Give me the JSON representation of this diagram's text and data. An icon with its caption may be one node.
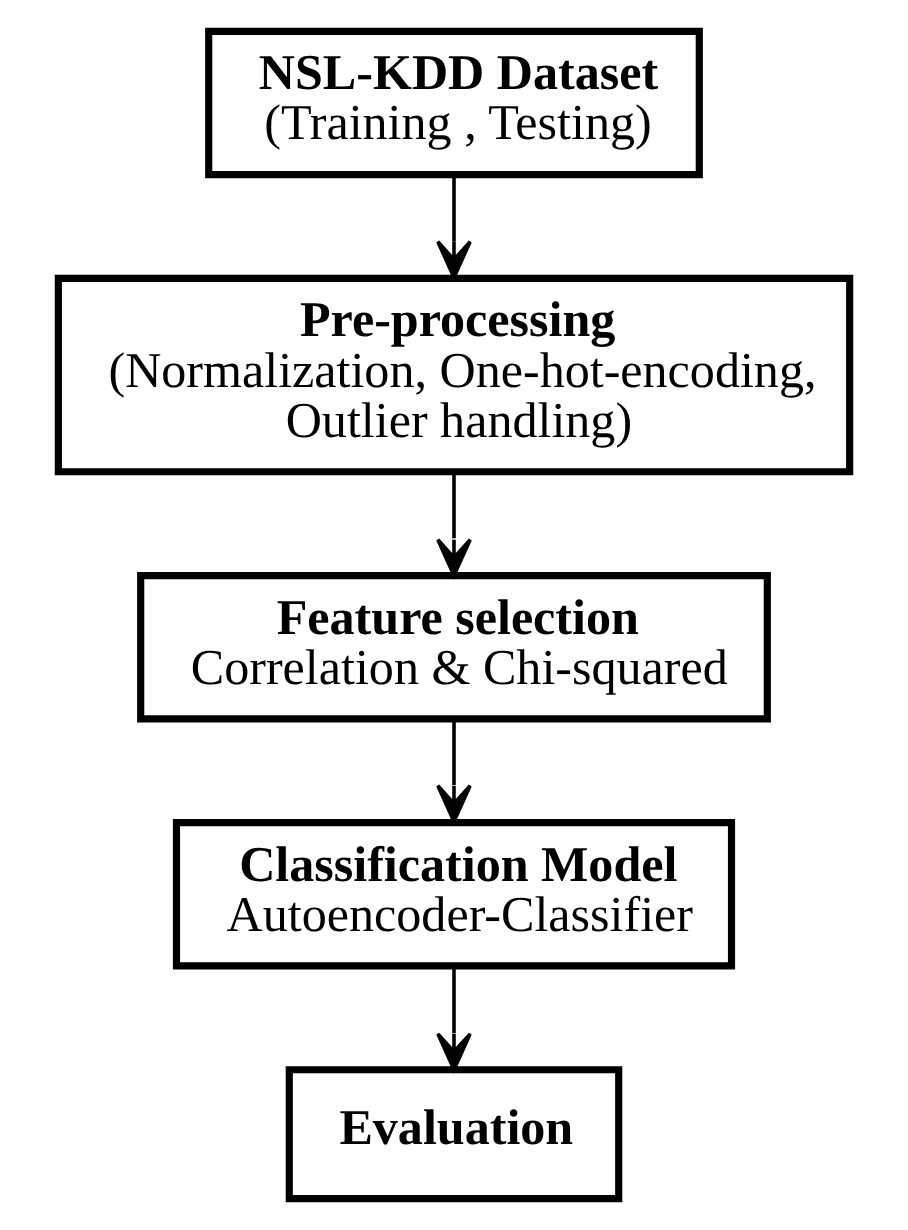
{
  "diagram": {
    "nodes": [
      {
        "text": [
          "NSL-KDD Dataset",
          "(Training , Testing)"
        ]
      },
      {
        "text": [
          "Pre-processing",
          "(Normalization, One-hot-encoding, Outlier handling)"
        ]
      },
      {
        "text": [
          "Feature selection",
          "Correlation & Chi-squared"
        ]
      },
      {
        "text": [
          "Classification Model",
          "Autoencoder-Classifier"
        ]
      },
      {
        "text": [
          "Evaluation"
        ]
      }
    ],
    "edges": [
      {
        "from": 0,
        "to": 1,
        "arrow": "to"
      },
      {
        "from": 1,
        "to": 2,
        "arrow": "to"
      },
      {
        "from": 2,
        "to": 3,
        "arrow": "to"
      },
      {
        "from": 3,
        "to": 4,
        "arrow": "to"
      }
    ]
  }
}
